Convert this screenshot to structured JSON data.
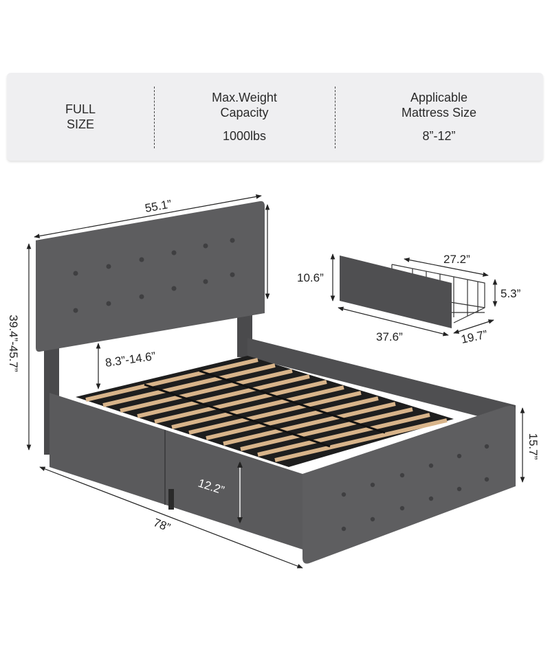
{
  "specs": {
    "size": {
      "line1": "FULL",
      "line2": "SIZE"
    },
    "weight": {
      "label_line1": "Max.Weight",
      "label_line2": "Capacity",
      "value": "1000lbs"
    },
    "mattress": {
      "label_line1": "Applicable",
      "label_line2": "Mattress Size",
      "value": "8”-12”"
    }
  },
  "bed_dimensions": {
    "headboard_width": "55.1”",
    "total_height": "39.4”-45.7”",
    "headboard_adjust": "8.3”-14.6”",
    "length": "78”",
    "side_rail_height": "12.2”",
    "footboard_height": "15.7”"
  },
  "drawer_dimensions": {
    "front_height": "10.6”",
    "basket_length": "27.2”",
    "basket_height": "5.3”",
    "front_width": "37.6”",
    "depth": "19.7”"
  },
  "colors": {
    "panel_bg": "#efeff1",
    "upholstery": "#5a5a5c",
    "upholstery_dark": "#454547",
    "slat": "#d8b48a",
    "frame": "#1e1e1e"
  }
}
